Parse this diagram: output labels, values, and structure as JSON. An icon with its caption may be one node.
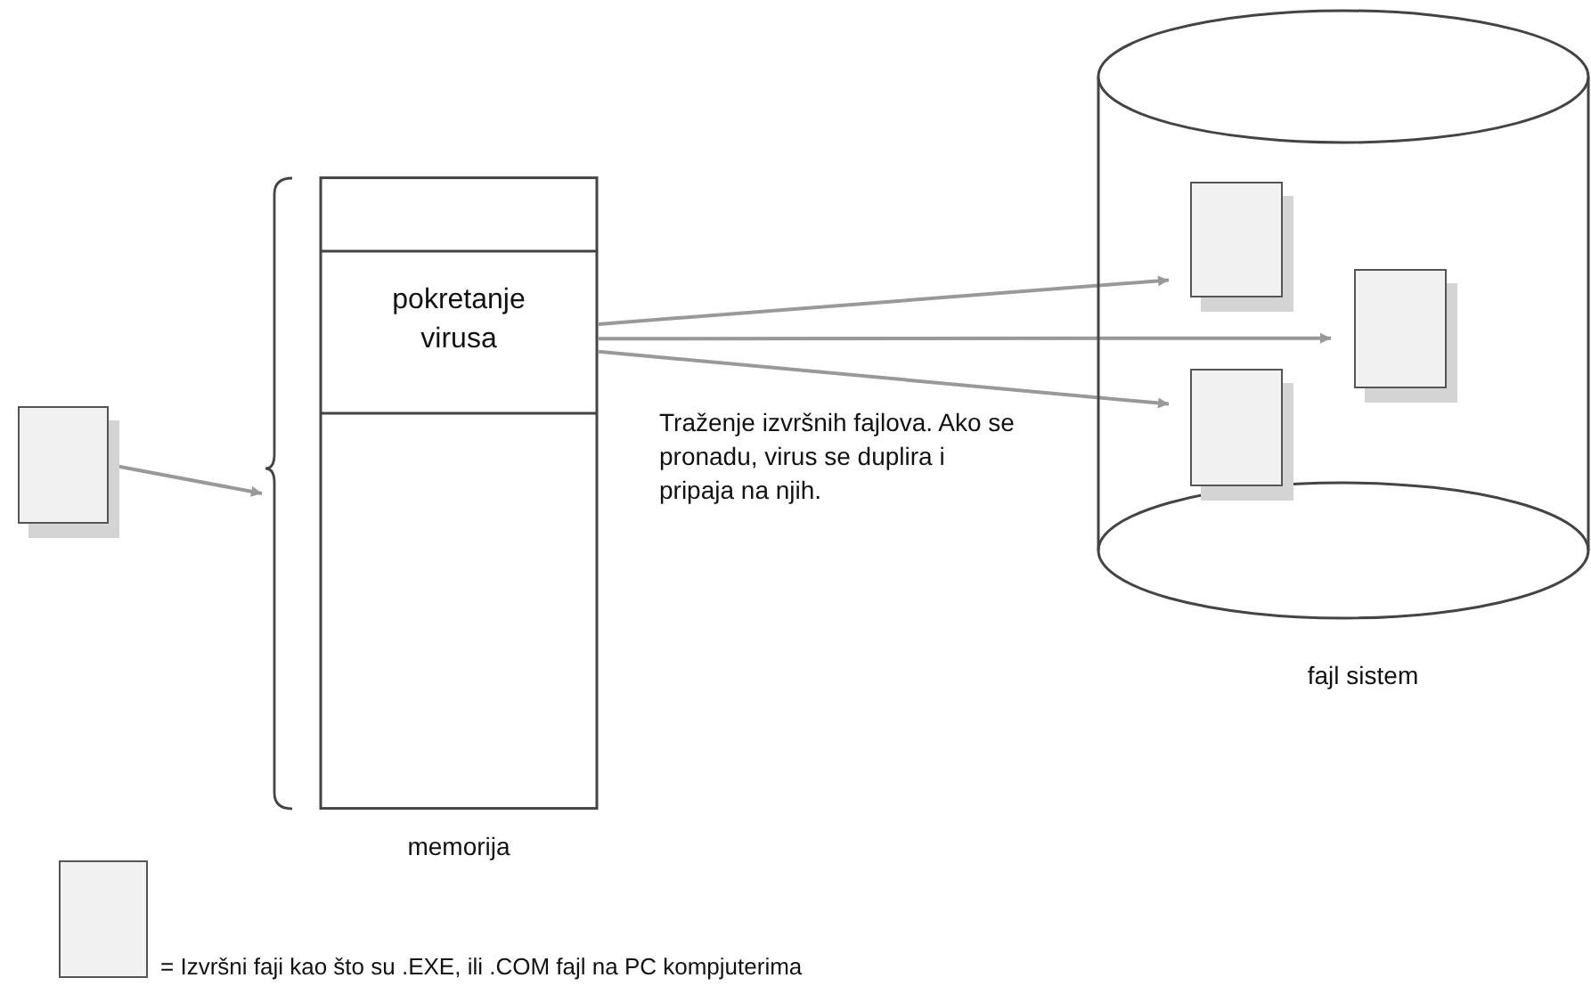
{
  "diagram": {
    "nodes": [
      {
        "text": [],
        "shape": "box"
      },
      {
        "text": [],
        "shape": "box",
        "beside": [
          "memorija"
        ]
      },
      {
        "text": [
          "pokretanje virusa"
        ],
        "in": 1
      },
      {
        "text": [],
        "shape": "cylinder",
        "beside": [
          "fajl sistem"
        ]
      },
      {
        "text": [],
        "shape": "box",
        "in": 3
      },
      {
        "text": [],
        "shape": "box",
        "in": 3
      },
      {
        "text": [],
        "shape": "box",
        "in": 3
      }
    ],
    "edges": [
      {
        "from": 0,
        "to": 1,
        "arrow": "to"
      },
      {
        "from": 2,
        "to": 4,
        "arrow": "to"
      },
      {
        "from": 2,
        "to": 5,
        "arrow": "to"
      },
      {
        "from": 2,
        "to": 6,
        "arrow": "to"
      }
    ],
    "labels": [
      "Traženje izvršnih fajlova. Ako se pronadu, virus se duplira i pripaja na njih."
    ],
    "legend": [
      {
        "text": "= Izvršni faji kao što su .EXE, ili .COM fajl na PC kompjuterima"
      }
    ]
  }
}
